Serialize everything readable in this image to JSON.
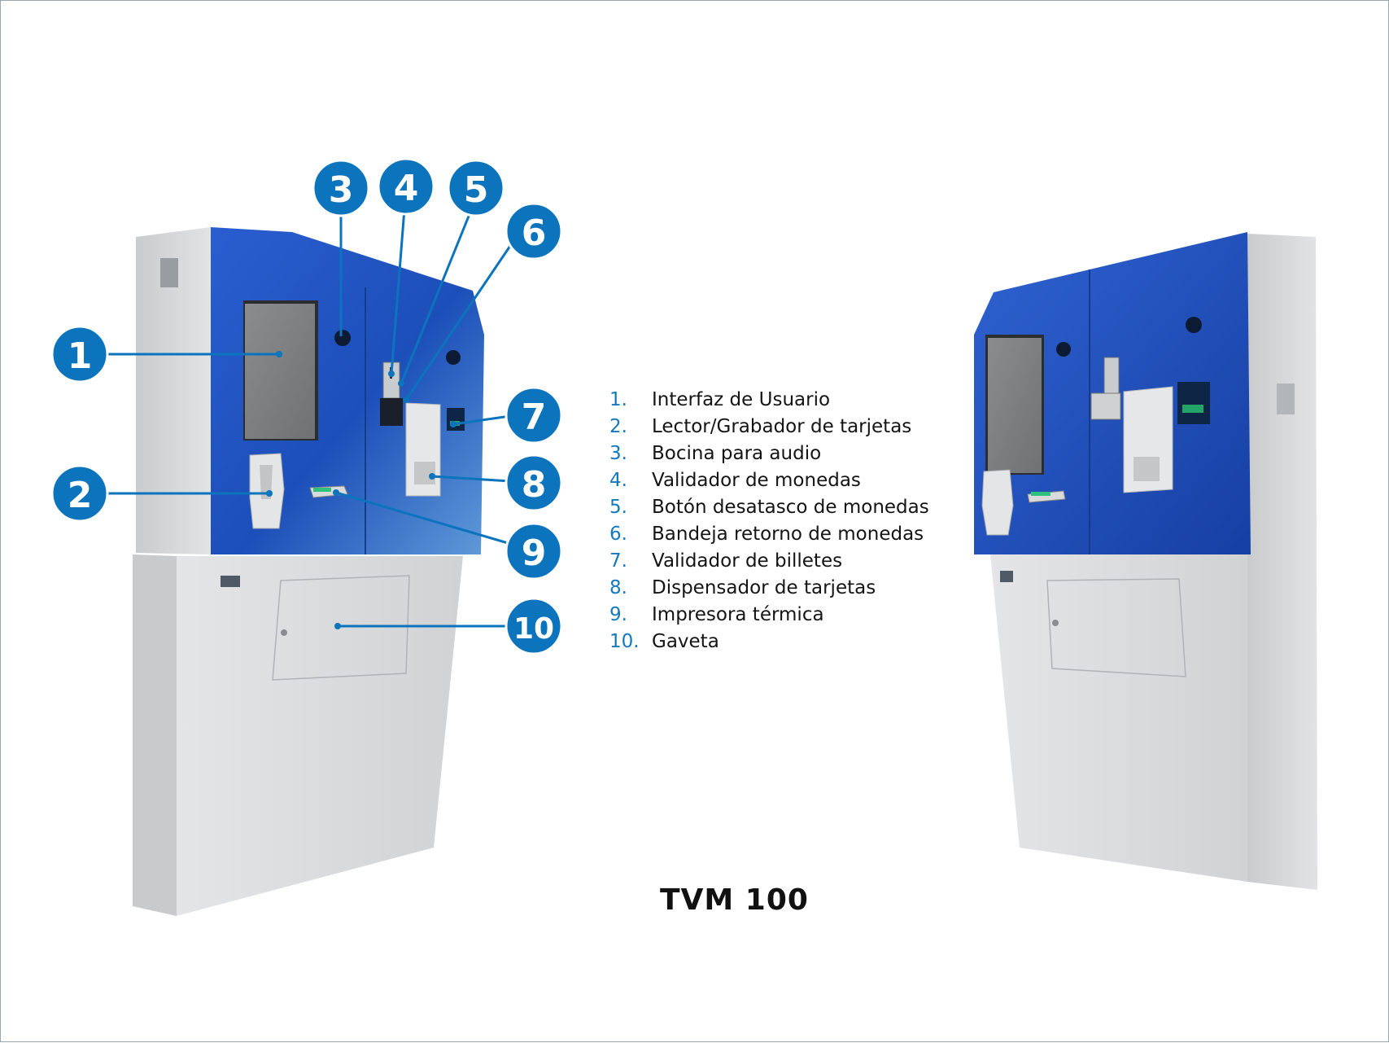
{
  "title": "TVM 100",
  "colors": {
    "marker": "#0c73bd",
    "panel": "#1d4fb8",
    "legend_number": "#1478bf"
  },
  "legend": [
    {
      "num": "1.",
      "label": "Interfaz de Usuario"
    },
    {
      "num": "2.",
      "label": "Lector/Grabador de tarjetas"
    },
    {
      "num": "3.",
      "label": "Bocina para audio"
    },
    {
      "num": "4.",
      "label": "Validador de monedas"
    },
    {
      "num": "5.",
      "label": "Botón desatasco de monedas"
    },
    {
      "num": "6.",
      "label": "Bandeja retorno de monedas"
    },
    {
      "num": "7.",
      "label": "Validador de billetes"
    },
    {
      "num": "8.",
      "label": "Dispensador de tarjetas"
    },
    {
      "num": "9.",
      "label": "Impresora térmica"
    },
    {
      "num": "10.",
      "label": "Gaveta"
    }
  ],
  "markers": [
    "1",
    "2",
    "3",
    "4",
    "5",
    "6",
    "7",
    "8",
    "9",
    "10"
  ]
}
